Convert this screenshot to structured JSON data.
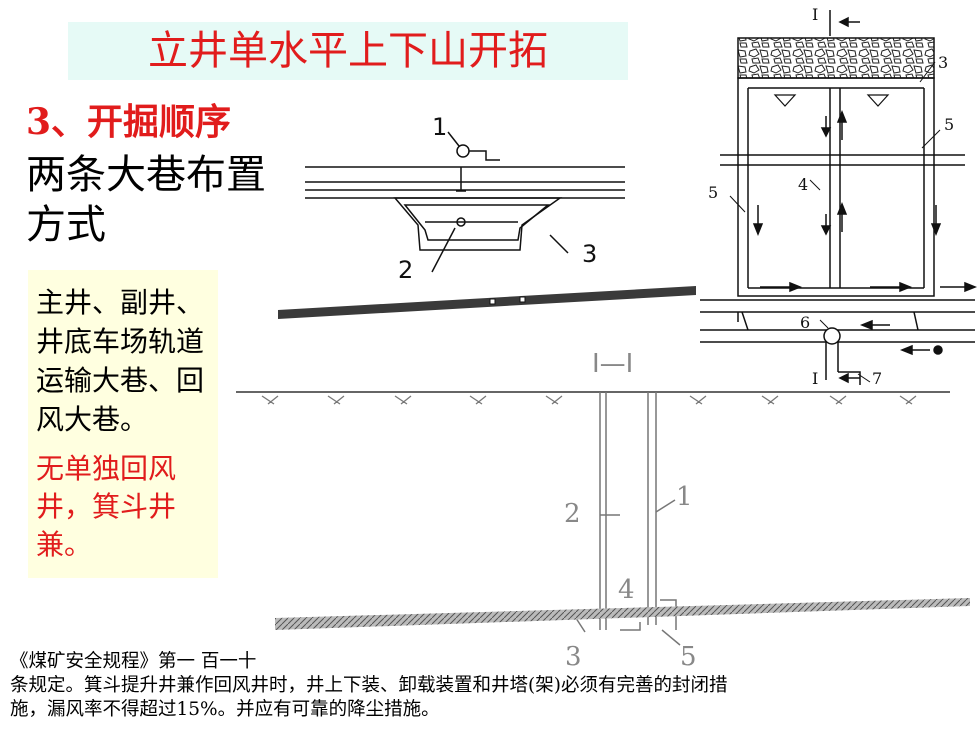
{
  "title": "立井单水平上下山开拓",
  "section_heading": "3、开掘顺序",
  "subtitle": "两条大巷布置方式",
  "side_note": {
    "black_text": "主井、副井、井底车场轨道运输大巷、回风大巷。",
    "red_text": "无单独回风井，箕斗井兼。"
  },
  "diagrams": {
    "top_plan": {
      "labels": [
        "1",
        "2",
        "3"
      ]
    },
    "right_plan": {
      "section_marks": [
        "I",
        "I"
      ],
      "labels": [
        "3",
        "5",
        "5",
        "4",
        "6",
        "7"
      ]
    },
    "section_view": {
      "title": "I—I",
      "labels": [
        "2",
        "1",
        "4",
        "3",
        "5"
      ]
    }
  },
  "footnote": {
    "line1": "《煤矿安全规程》第一 百一十",
    "line2": "条规定。箕斗提升井兼作回风井时，井上下装、卸载装置和井塔(架)必须有完善的封闭措",
    "line3": "施，漏风率不得超过15%。并应有可靠的降尘措施。"
  }
}
